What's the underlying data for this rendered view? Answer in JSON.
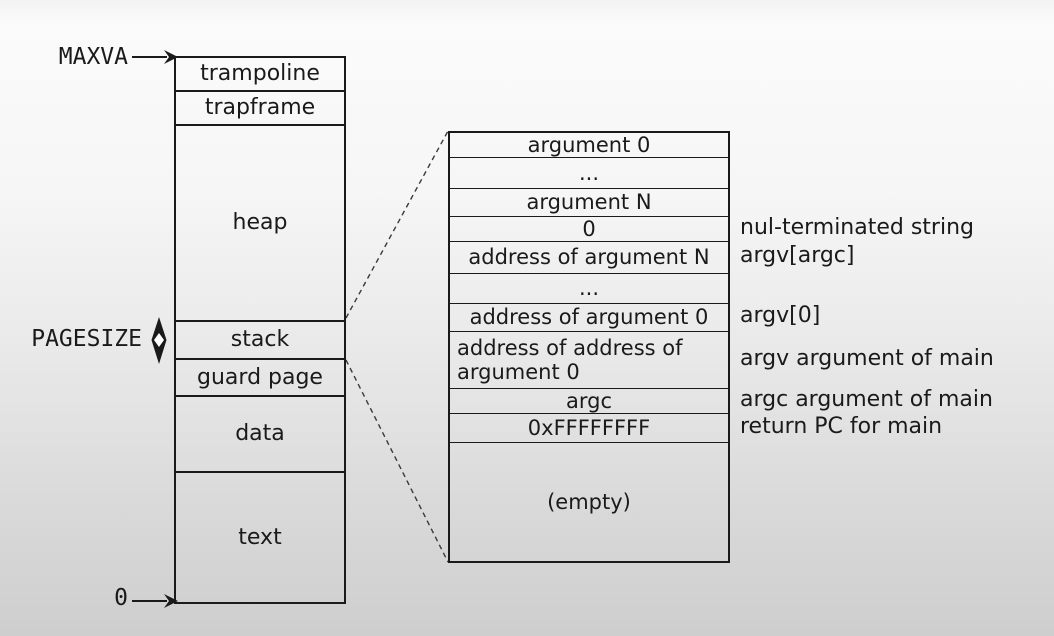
{
  "side_labels": {
    "maxva": "MAXVA",
    "pagesize": "PAGESIZE",
    "zero": "0"
  },
  "icons": {
    "maxva_arrow": "right-arrow",
    "origin_arrow": "right-arrow",
    "pagesize_arrow": "vertical-double-arrow"
  },
  "memory_box": {
    "sections": [
      {
        "label": "trampoline"
      },
      {
        "label": "trapframe"
      },
      {
        "label": "heap"
      },
      {
        "label": "stack"
      },
      {
        "label": "guard page"
      },
      {
        "label": "data"
      },
      {
        "label": "text"
      }
    ]
  },
  "stack_detail": {
    "rows": [
      {
        "label": "argument 0"
      },
      {
        "label": "..."
      },
      {
        "label": "argument N"
      },
      {
        "label": "0"
      },
      {
        "label": "address of argument N"
      },
      {
        "label": "..."
      },
      {
        "label": "address of argument 0"
      },
      {
        "label": "address of address of argument 0"
      },
      {
        "label": "argc"
      },
      {
        "label": "0xFFFFFFFF"
      },
      {
        "label": "(empty)"
      }
    ]
  },
  "annotations": [
    {
      "label": "nul-terminated string"
    },
    {
      "label": "argv[argc]"
    },
    {
      "label": "argv[0]"
    },
    {
      "label": "argv argument of main"
    },
    {
      "label": "argc argument of main"
    },
    {
      "label": "return PC for main"
    }
  ],
  "colors": {
    "line": "#1a1a1a",
    "background_top": "#fbfbfb",
    "background_bottom": "#cecece"
  }
}
